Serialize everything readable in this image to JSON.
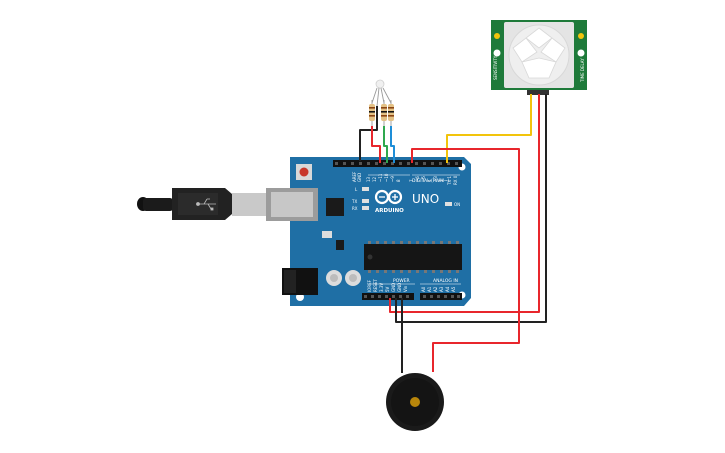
{
  "board": {
    "brand": "ARDUINO",
    "model": "UNO",
    "digital_label": "DIGITAL (PWM~)",
    "power_label": "POWER",
    "analog_label": "ANALOG IN",
    "led_labels": [
      "L",
      "TX",
      "RX"
    ],
    "on_label": "ON",
    "digital_pins": [
      "AREF",
      "GND",
      "13",
      "12",
      "~11",
      "~10",
      "~9",
      "8",
      "7",
      "~6",
      "~5",
      "4",
      "~3",
      "2",
      "TX 1",
      "RX 0"
    ],
    "power_pins": [
      "IOREF",
      "RESET",
      "3.3V",
      "5V",
      "GND",
      "GND",
      "Vin"
    ],
    "analog_pins": [
      "A0",
      "A1",
      "A2",
      "A3",
      "A4",
      "A5"
    ]
  },
  "pir_sensor": {
    "left_text": "SENSITIVITY",
    "right_text": "TIME DELAY"
  },
  "colors": {
    "board": "#1f6fa5",
    "wire_red": "#e8262c",
    "wire_black": "#222222",
    "wire_yellow": "#f2c40c",
    "wire_green": "#2fa84f",
    "wire_blue": "#1e8ed8",
    "pir_board": "#1e7a3a"
  }
}
